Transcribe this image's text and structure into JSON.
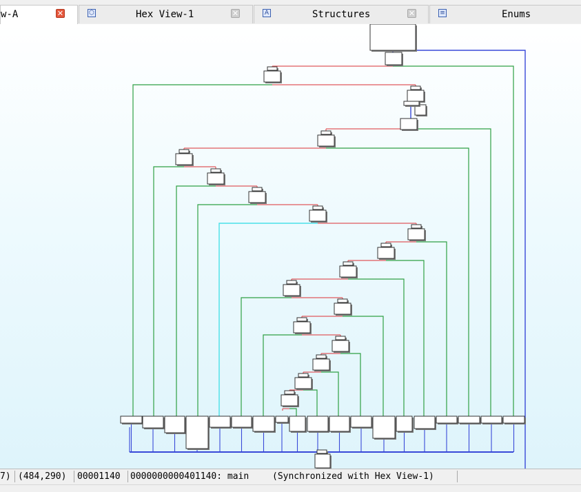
{
  "tabs": [
    {
      "label": "w-A",
      "icon": "ida-view-icon",
      "closable": true,
      "active": true
    },
    {
      "label": "Hex View-1",
      "icon": "hex-view-icon",
      "closable": true,
      "active": false
    },
    {
      "label": "Structures",
      "icon": "structures-icon",
      "closable": true,
      "active": false
    },
    {
      "label": "Enums",
      "icon": "enums-icon",
      "closable": false,
      "active": false
    }
  ],
  "status": {
    "zoom": "7)",
    "coords": "(484,290)",
    "offset": "00001140",
    "location": "0000000000401140: main",
    "sync": "(Synchronized with Hex View-1)"
  },
  "colors": {
    "edge_true": "#2ea043",
    "edge_false": "#e0585c",
    "edge_uncond": "#3848d8",
    "edge_highlight": "#48e0e8",
    "node_fill": "#ffffff",
    "node_border": "#333333",
    "graph_bg": "#e6f7fd"
  }
}
